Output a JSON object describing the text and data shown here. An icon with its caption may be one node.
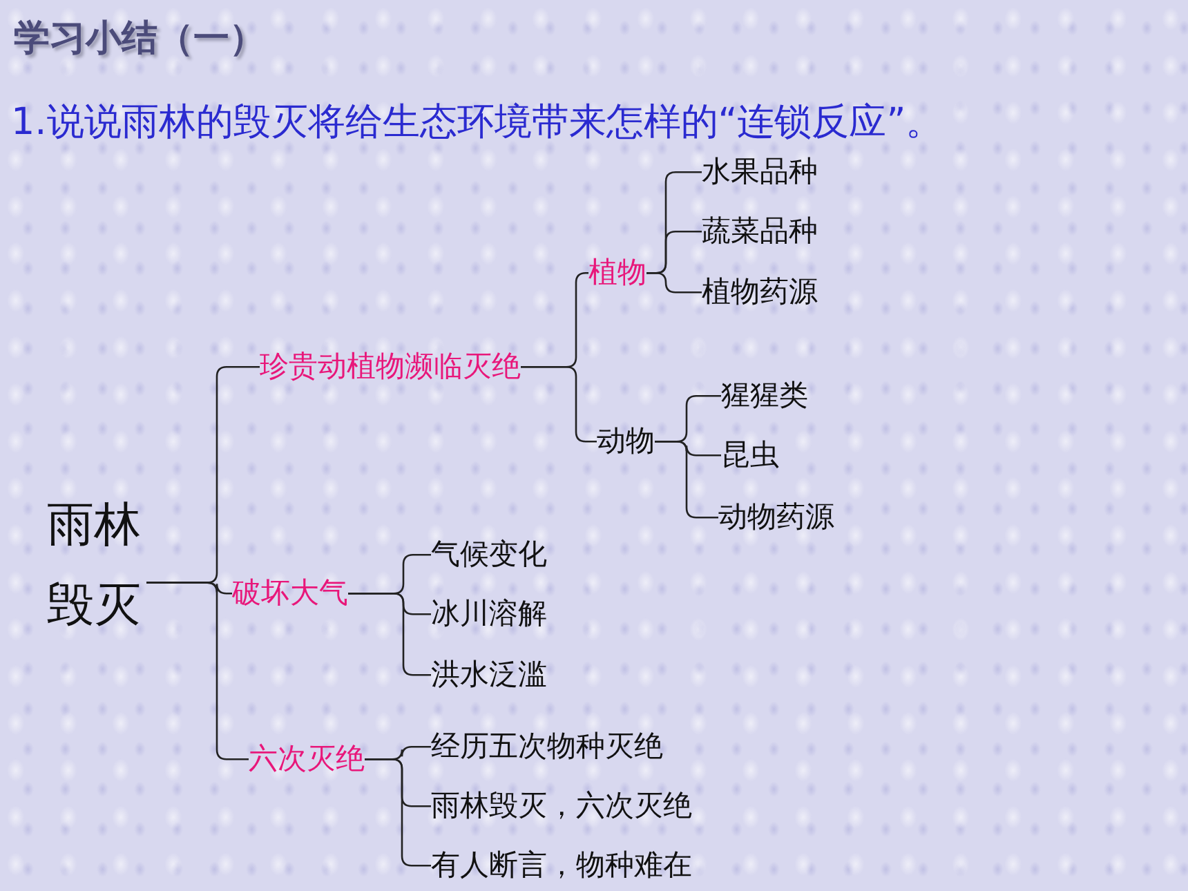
{
  "diagram": {
    "title": "学习小结（一）",
    "nodes": [
      {
        "text": [
          "雨林毁灭"
        ]
      },
      {
        "text": [
          "珍贵动植物濒临灭绝"
        ]
      },
      {
        "text": [
          "植物"
        ]
      },
      {
        "text": [
          "动物"
        ]
      },
      {
        "text": [
          "水果品种"
        ]
      },
      {
        "text": [
          "蔬菜品种"
        ]
      },
      {
        "text": [
          "植物药源"
        ]
      },
      {
        "text": [
          "猩猩类"
        ]
      },
      {
        "text": [
          "昆虫"
        ]
      },
      {
        "text": [
          "动物药源"
        ]
      },
      {
        "text": [
          "破坏大气"
        ]
      },
      {
        "text": [
          "气候变化"
        ]
      },
      {
        "text": [
          "冰川溶解"
        ]
      },
      {
        "text": [
          "洪水泛滥"
        ]
      },
      {
        "text": [
          "六次灭绝"
        ]
      },
      {
        "text": [
          "经历五次物种灭绝"
        ]
      },
      {
        "text": [
          "雨林毁灭，六次灭绝"
        ]
      },
      {
        "text": [
          "有人断言，物种难在"
        ]
      }
    ],
    "edges": [
      {
        "from": 0,
        "to": 1,
        "arrow": "none"
      },
      {
        "from": 0,
        "to": 10,
        "arrow": "none"
      },
      {
        "from": 0,
        "to": 14,
        "arrow": "none"
      },
      {
        "from": 1,
        "to": 2,
        "arrow": "none"
      },
      {
        "from": 1,
        "to": 3,
        "arrow": "none"
      },
      {
        "from": 2,
        "to": 4,
        "arrow": "none"
      },
      {
        "from": 2,
        "to": 5,
        "arrow": "none"
      },
      {
        "from": 2,
        "to": 6,
        "arrow": "none"
      },
      {
        "from": 3,
        "to": 7,
        "arrow": "none"
      },
      {
        "from": 3,
        "to": 8,
        "arrow": "none"
      },
      {
        "from": 3,
        "to": 9,
        "arrow": "none"
      },
      {
        "from": 10,
        "to": 11,
        "arrow": "none"
      },
      {
        "from": 10,
        "to": 12,
        "arrow": "none"
      },
      {
        "from": 10,
        "to": 13,
        "arrow": "none"
      },
      {
        "from": 14,
        "to": 15,
        "arrow": "none"
      },
      {
        "from": 14,
        "to": 16,
        "arrow": "none"
      },
      {
        "from": 14,
        "to": 17,
        "arrow": "none"
      }
    ],
    "labels": [
      "1.说说雨林的毁灭将给生态环境带来怎样的“连锁反应”。"
    ]
  }
}
